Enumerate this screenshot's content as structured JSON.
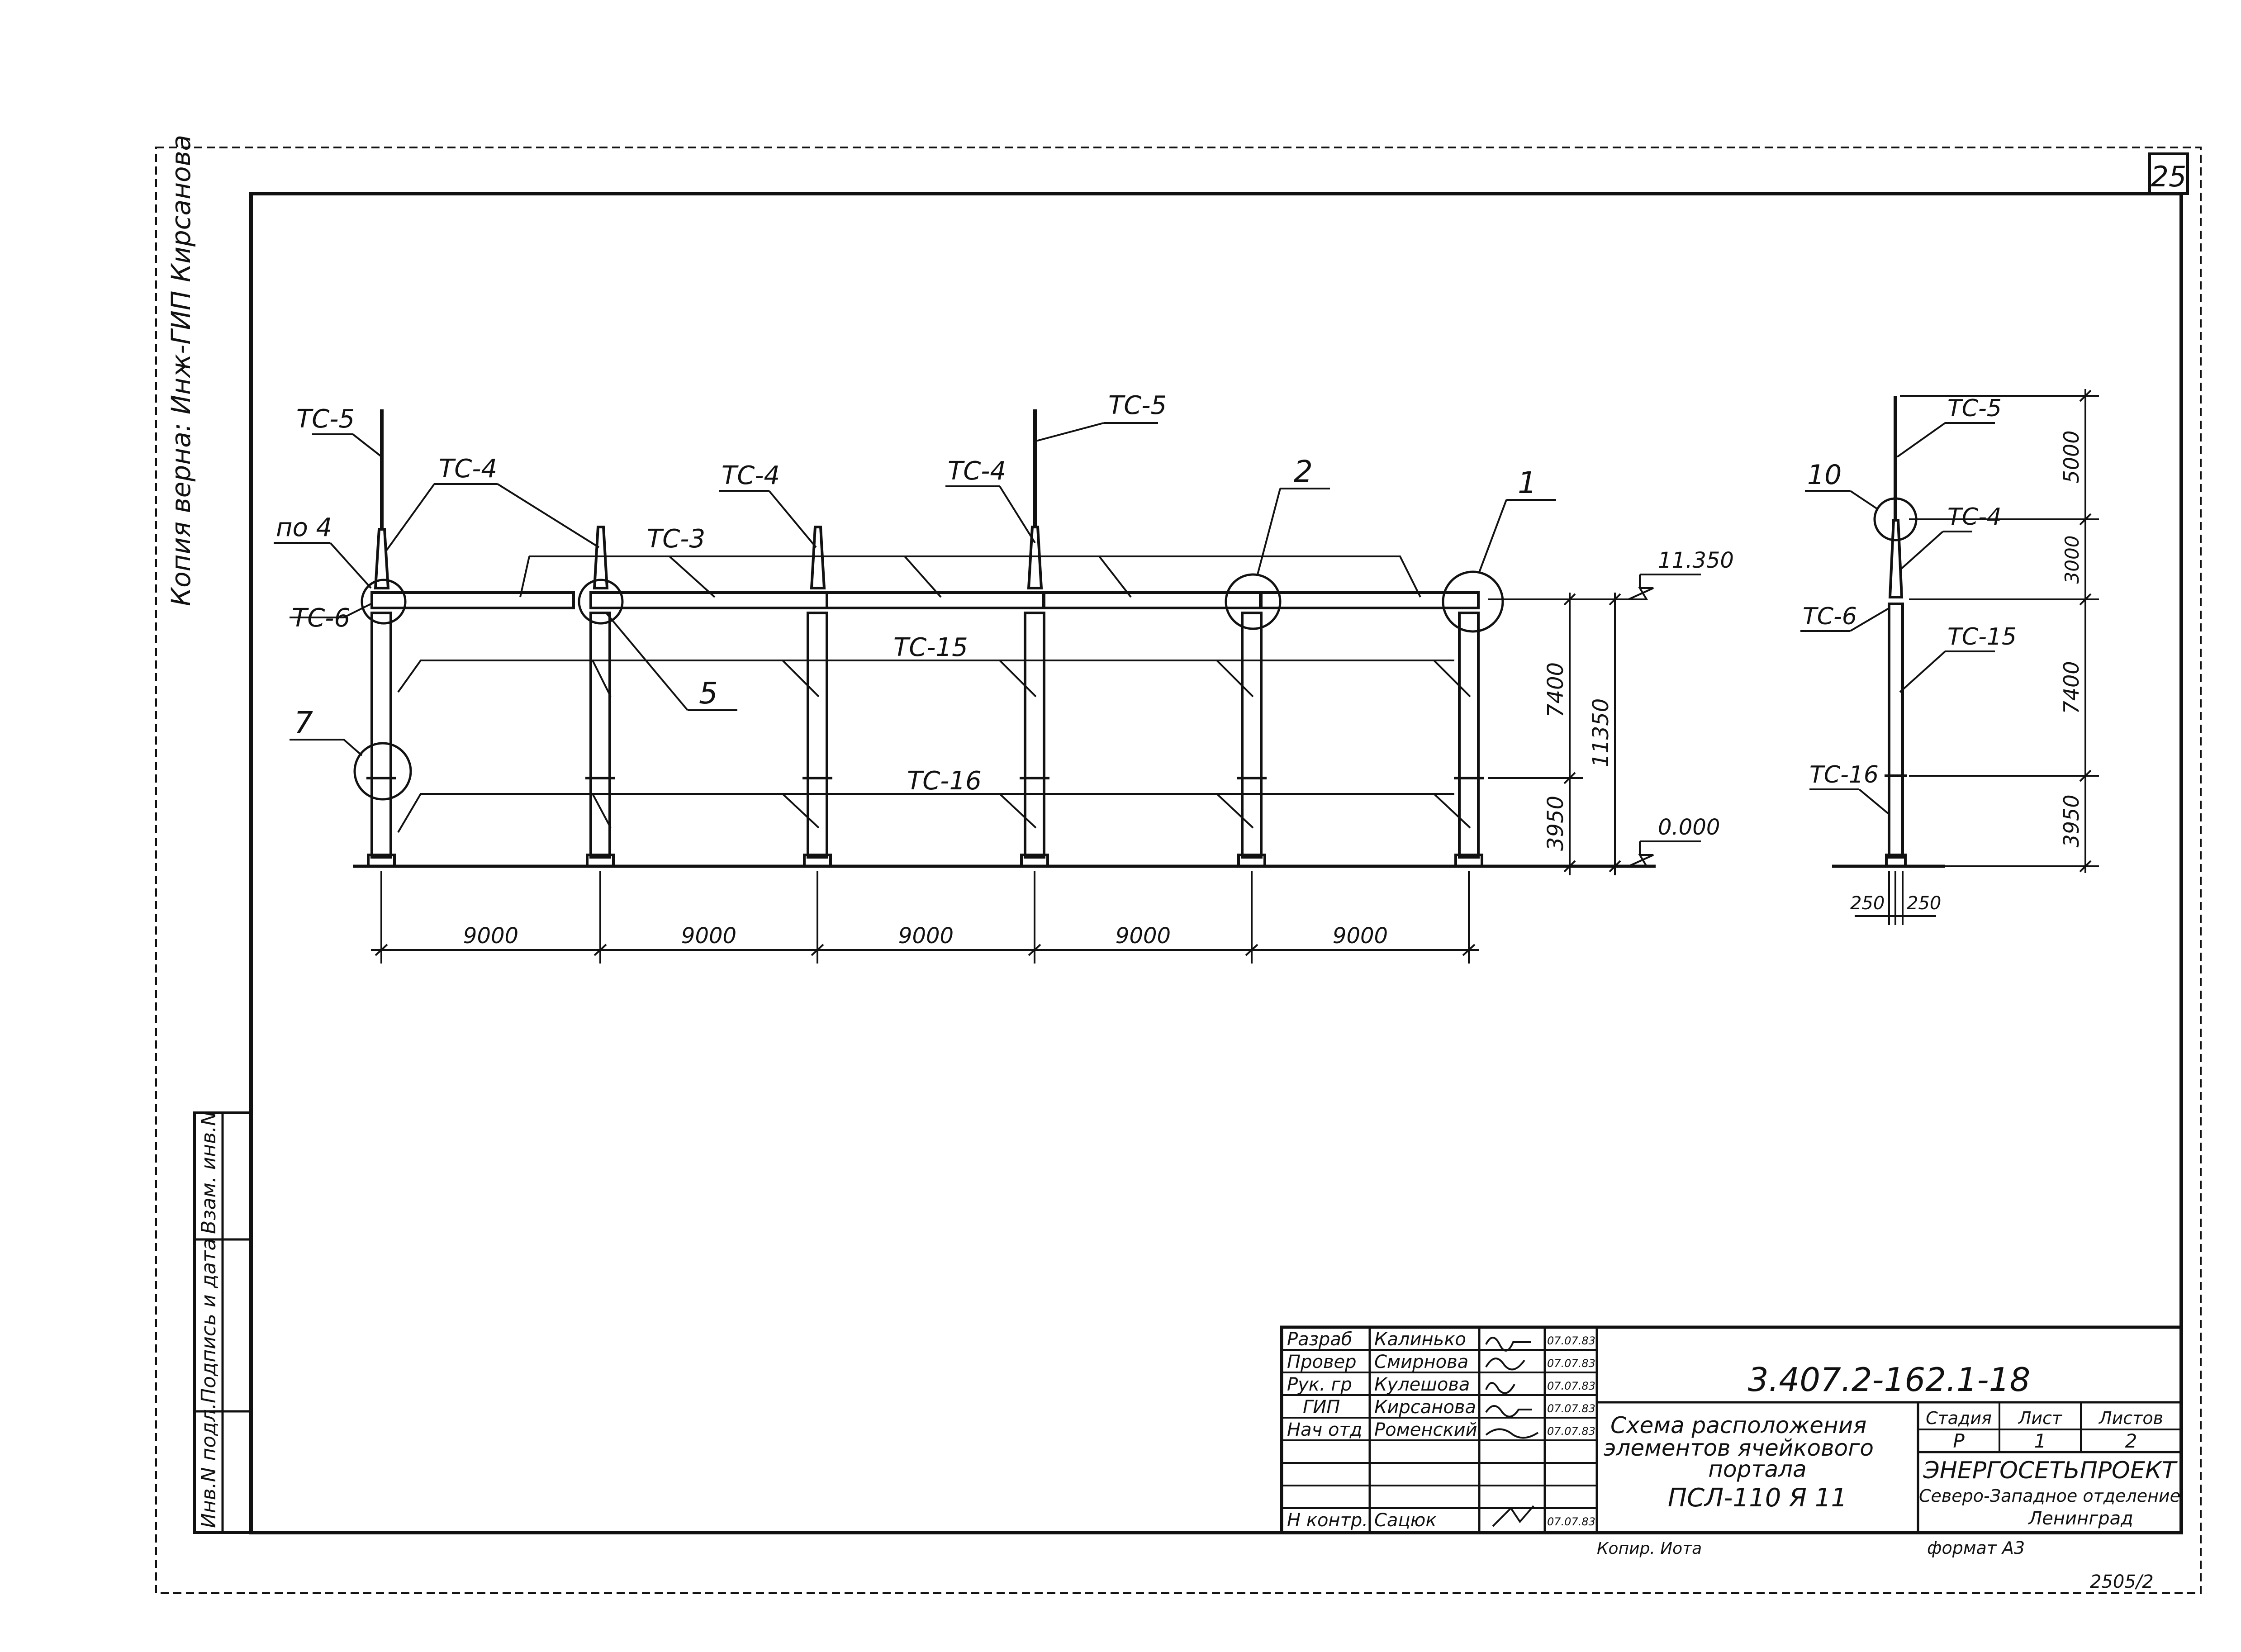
{
  "sheet": {
    "page_number": "25",
    "copy_note": "Копия верна: Инж-ГИП Кирсанова",
    "archive_number": "2505/2",
    "copier": "Копир. Иота",
    "format": "формат А3"
  },
  "side_stamp": {
    "fields": [
      "Инв.N подл.",
      "Подпись и дата",
      "Взам. инв.N"
    ]
  },
  "front_view": {
    "labels": {
      "tc5_left": "ТС-5",
      "tc5_mid": "ТС-5",
      "tc4_a": "ТС-4",
      "tc4_b": "ТС-4",
      "tc4_c": "ТС-4",
      "tc3": "ТС-3",
      "tc6": "ТС-6",
      "tc15": "ТС-15",
      "tc16": "ТС-16",
      "po4": "по 4",
      "node1": "1",
      "node2": "2",
      "node5": "5",
      "node7": "7"
    },
    "spans": [
      "9000",
      "9000",
      "9000",
      "9000",
      "9000"
    ],
    "dims_vertical": [
      "7400",
      "3950",
      "11350"
    ],
    "elevations": {
      "top": "11.350",
      "ground": "0.000"
    }
  },
  "side_view": {
    "labels": {
      "tc5": "ТС-5",
      "tc4": "ТС-4",
      "tc6": "ТС-6",
      "tc15": "ТС-15",
      "tc16": "ТС-16",
      "node10": "10"
    },
    "dims_vertical": [
      "5000",
      "3000",
      "7400",
      "3950"
    ],
    "dims_base": [
      "250",
      "250"
    ]
  },
  "title_block": {
    "document_code": "3.407.2-162.1-18",
    "signatures": [
      {
        "role": "Разраб",
        "name": "Калинько",
        "date": "07.07.83"
      },
      {
        "role": "Провер",
        "name": "Смирнова",
        "date": "07.07.83"
      },
      {
        "role": "Рук. гр",
        "name": "Кулешова",
        "date": "07.07.83"
      },
      {
        "role": "ГИП",
        "name": "Кирсанова",
        "date": "07.07.83"
      },
      {
        "role": "Нач отд",
        "name": "Роменский",
        "date": "07.07.83"
      },
      {
        "role": "Н контр.",
        "name": "Сацюк",
        "date": "07.07.83"
      }
    ],
    "title_lines": [
      "Схема расположения",
      "элементов ячейкового",
      "портала",
      "ПСЛ-110 Я 11"
    ],
    "stage_header": [
      "Стадия",
      "Лист",
      "Листов"
    ],
    "stage_values": [
      "Р",
      "1",
      "2"
    ],
    "org_lines": [
      "ЭНЕРГОСЕТЬПРОЕКТ",
      "Северо-Западное отделение",
      "Ленинград"
    ]
  }
}
